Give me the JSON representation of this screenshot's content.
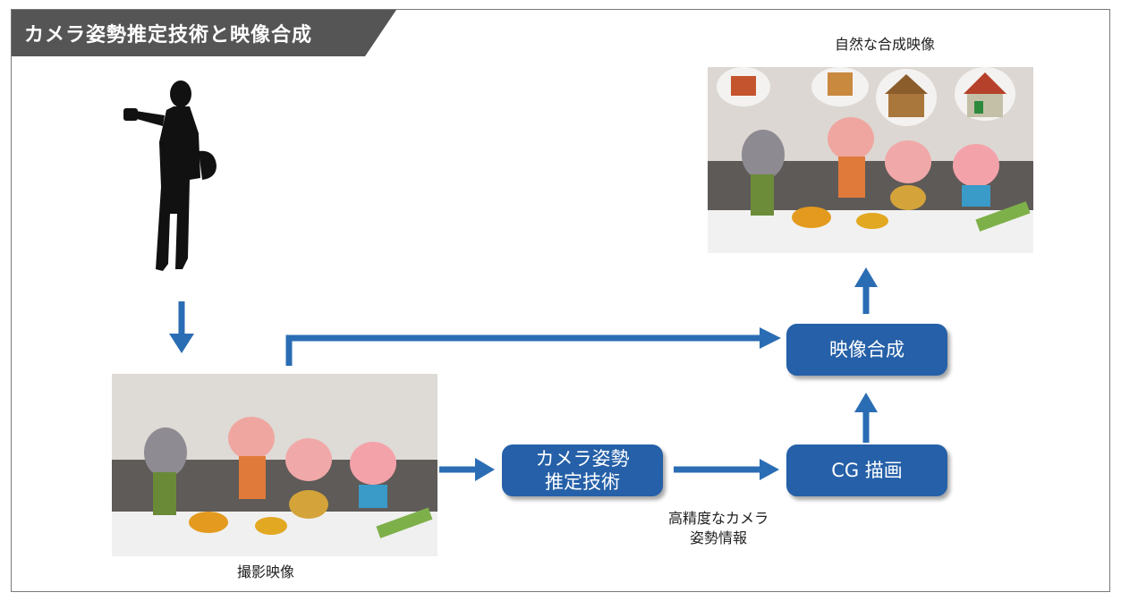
{
  "title": "カメラ姿勢推定技術と映像合成",
  "captions": {
    "composite": "自然な合成映像",
    "captured": "撮影映像",
    "pose_info": "高精度なカメラ\n姿勢情報"
  },
  "boxes": {
    "pose_estimation": "カメラ姿勢\n推定技術",
    "cg_render": "CG 描画",
    "compositing": "映像合成"
  },
  "colors": {
    "accent": "#2560a8",
    "arrow": "#2b6db4",
    "title_bg": "#555555"
  },
  "icons": [
    "photographer-silhouette-icon",
    "captured-photo",
    "composite-photo"
  ]
}
